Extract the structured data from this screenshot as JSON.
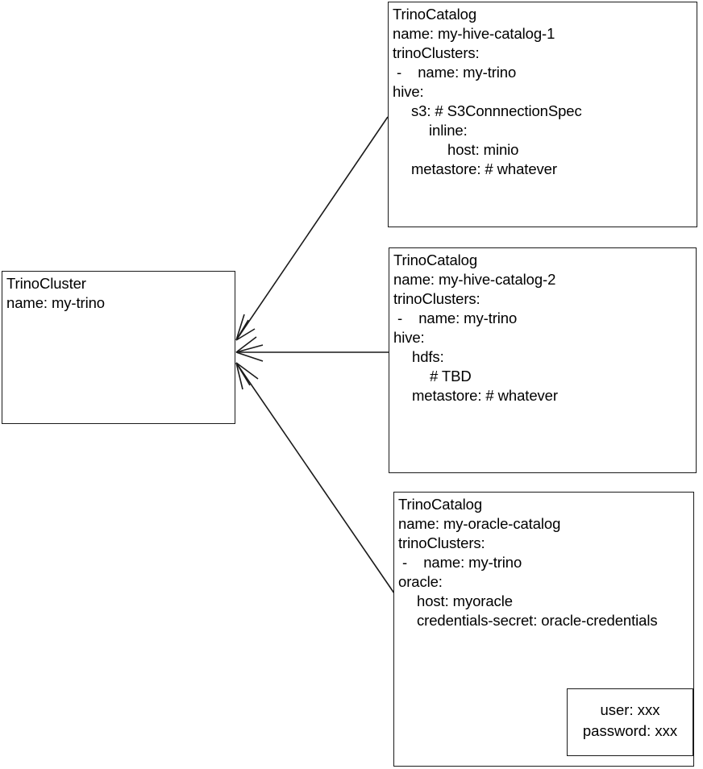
{
  "diagram": {
    "title": "TrinoCluster and TrinoCatalog relationship diagram",
    "stroke_color": "#1a1a1a",
    "background_color": "#ffffff"
  },
  "nodes": {
    "cluster": {
      "name": "TrinoCluster",
      "lines": [
        {
          "text": "TrinoCluster",
          "indent": 0
        },
        {
          "text": "name: my-trino",
          "indent": 0
        }
      ]
    },
    "catalog_hive_1": {
      "name": "TrinoCatalog my-hive-catalog-1",
      "lines": [
        {
          "text": "TrinoCatalog",
          "indent": 0
        },
        {
          "text": "name: my-hive-catalog-1",
          "indent": 0
        },
        {
          "text": "trinoClusters:",
          "indent": 0
        },
        {
          "text": "-    name: my-trino",
          "indent": "d"
        },
        {
          "text": "hive:",
          "indent": 0
        },
        {
          "text": "s3: # S3ConnnectionSpec",
          "indent": 1
        },
        {
          "text": "inline:",
          "indent": 2
        },
        {
          "text": "host: minio",
          "indent": 3
        },
        {
          "text": "metastore: # whatever",
          "indent": 1
        }
      ]
    },
    "catalog_hive_2": {
      "name": "TrinoCatalog my-hive-catalog-2",
      "lines": [
        {
          "text": "TrinoCatalog",
          "indent": 0
        },
        {
          "text": "name: my-hive-catalog-2",
          "indent": 0
        },
        {
          "text": "trinoClusters:",
          "indent": 0
        },
        {
          "text": "-    name: my-trino",
          "indent": "d"
        },
        {
          "text": "hive:",
          "indent": 0
        },
        {
          "text": "hdfs:",
          "indent": 1
        },
        {
          "text": "# TBD",
          "indent": 2
        },
        {
          "text": "metastore: # whatever",
          "indent": 1
        }
      ]
    },
    "catalog_oracle": {
      "name": "TrinoCatalog my-oracle-catalog",
      "lines": [
        {
          "text": "TrinoCatalog",
          "indent": 0
        },
        {
          "text": "name: my-oracle-catalog",
          "indent": 0
        },
        {
          "text": "trinoClusters:",
          "indent": 0
        },
        {
          "text": "-    name: my-trino",
          "indent": "d"
        },
        {
          "text": "oracle:",
          "indent": 0
        },
        {
          "text": "host: myoracle",
          "indent": 1
        },
        {
          "text": "credentials-secret: oracle-credentials",
          "indent": 1
        }
      ]
    },
    "secret": {
      "name": "oracle-credentials secret",
      "lines": [
        {
          "text": "user: xxx"
        },
        {
          "text": "password: xxx"
        }
      ]
    }
  },
  "edges": [
    {
      "name": "edge-hive-1-to-cluster",
      "from": "catalog_hive_1",
      "to": "cluster",
      "arrow": "to-cluster"
    },
    {
      "name": "edge-hive-2-to-cluster",
      "from": "catalog_hive_2",
      "to": "cluster",
      "arrow": "to-cluster"
    },
    {
      "name": "edge-oracle-to-cluster",
      "from": "catalog_oracle",
      "to": "cluster",
      "arrow": "to-cluster"
    },
    {
      "name": "edge-oracle-to-secret",
      "from": "catalog_oracle",
      "to": "secret",
      "arrow": "to-secret"
    }
  ]
}
